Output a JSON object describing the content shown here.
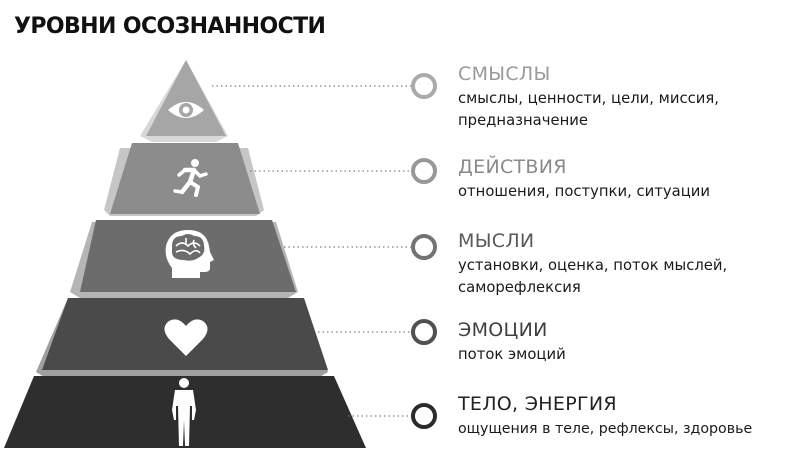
{
  "title": "УРОВНИ ОСОЗНАННОСТИ",
  "levels": [
    {
      "name": "СМЫСЛЫ",
      "description": "смыслы, ценности, цели, миссия, предназначение",
      "icon": "eye-icon",
      "fill": "#a6a6a6",
      "title_color": "#9a9a9a",
      "marker_color": "#aaaaaa"
    },
    {
      "name": "ДЕЙСТВИЯ",
      "description": "отношения, поступки, ситуации",
      "icon": "running-person-icon",
      "fill": "#8c8c8c",
      "title_color": "#8a8a8a",
      "marker_color": "#989898"
    },
    {
      "name": "МЫСЛИ",
      "description": "установки, оценка, поток мыслей, саморефлексия",
      "icon": "head-brain-icon",
      "fill": "#6c6c6c",
      "title_color": "#595959",
      "marker_color": "#737373"
    },
    {
      "name": "ЭМОЦИИ",
      "description": "поток эмоций",
      "icon": "heart-icon",
      "fill": "#4a4a4a",
      "title_color": "#404040",
      "marker_color": "#505050"
    },
    {
      "name": "ТЕЛО, ЭНЕРГИЯ",
      "description": "ощущения в теле, рефлексы, здоровье",
      "icon": "human-body-icon",
      "fill": "#2e2e2e",
      "title_color": "#222222",
      "marker_color": "#2a2a2a"
    }
  ]
}
